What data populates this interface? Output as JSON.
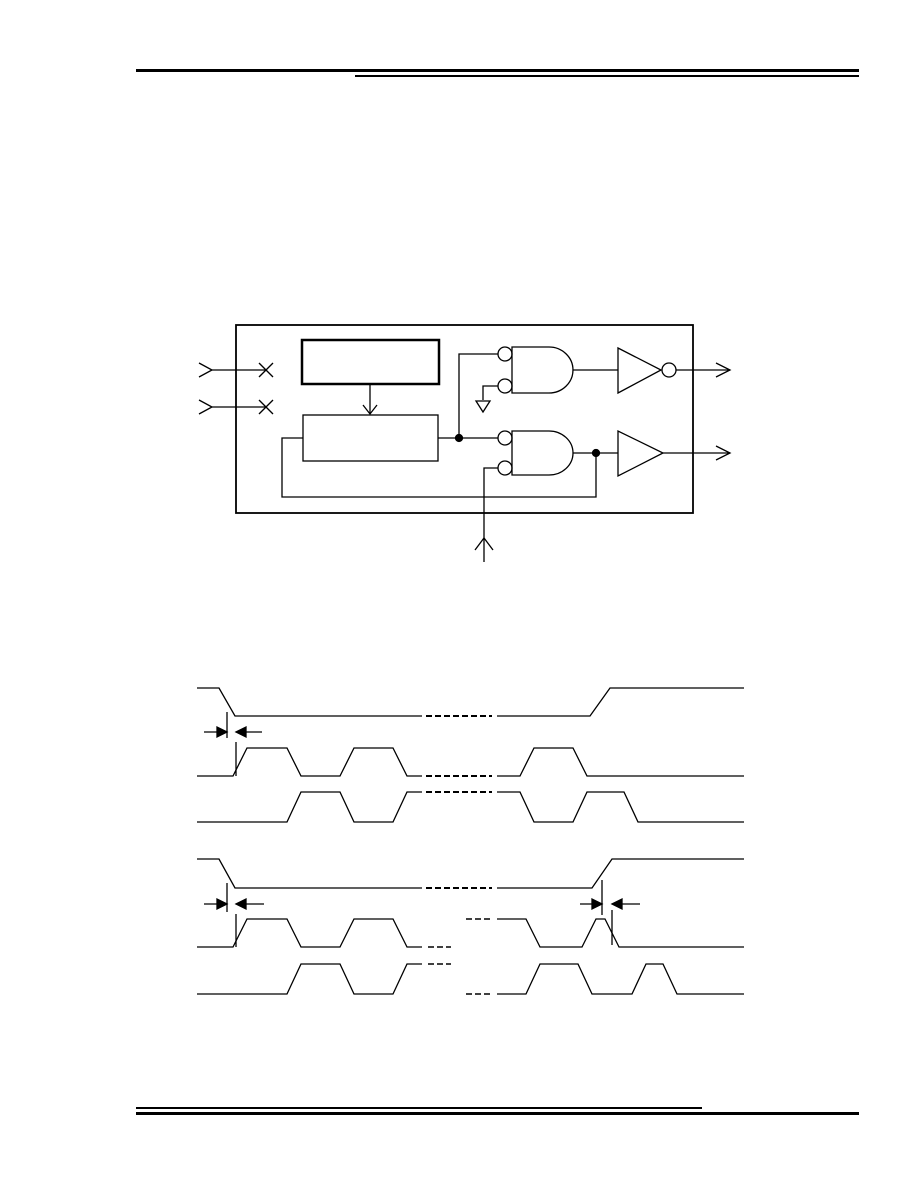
{
  "page": {
    "title": "",
    "colors": {
      "ink": "#000000",
      "paper": "#ffffff"
    }
  },
  "block_diagram": {
    "blocks": [
      {
        "id": "upper-block",
        "label": ""
      },
      {
        "id": "lower-block",
        "label": ""
      }
    ],
    "gates": [
      {
        "id": "gate-top",
        "type": "and",
        "inverted_inputs": 2
      },
      {
        "id": "gate-bottom",
        "type": "and",
        "inverted_inputs": 2
      }
    ],
    "buffers": [
      {
        "id": "buffer-top",
        "type": "inverting"
      },
      {
        "id": "buffer-bottom",
        "type": "non-inverting"
      }
    ],
    "inputs_unconnected": 2,
    "outputs": 2
  },
  "timing_diagrams": [
    {
      "id": "timing-upper",
      "signals": 3
    },
    {
      "id": "timing-lower",
      "signals": 3
    }
  ]
}
